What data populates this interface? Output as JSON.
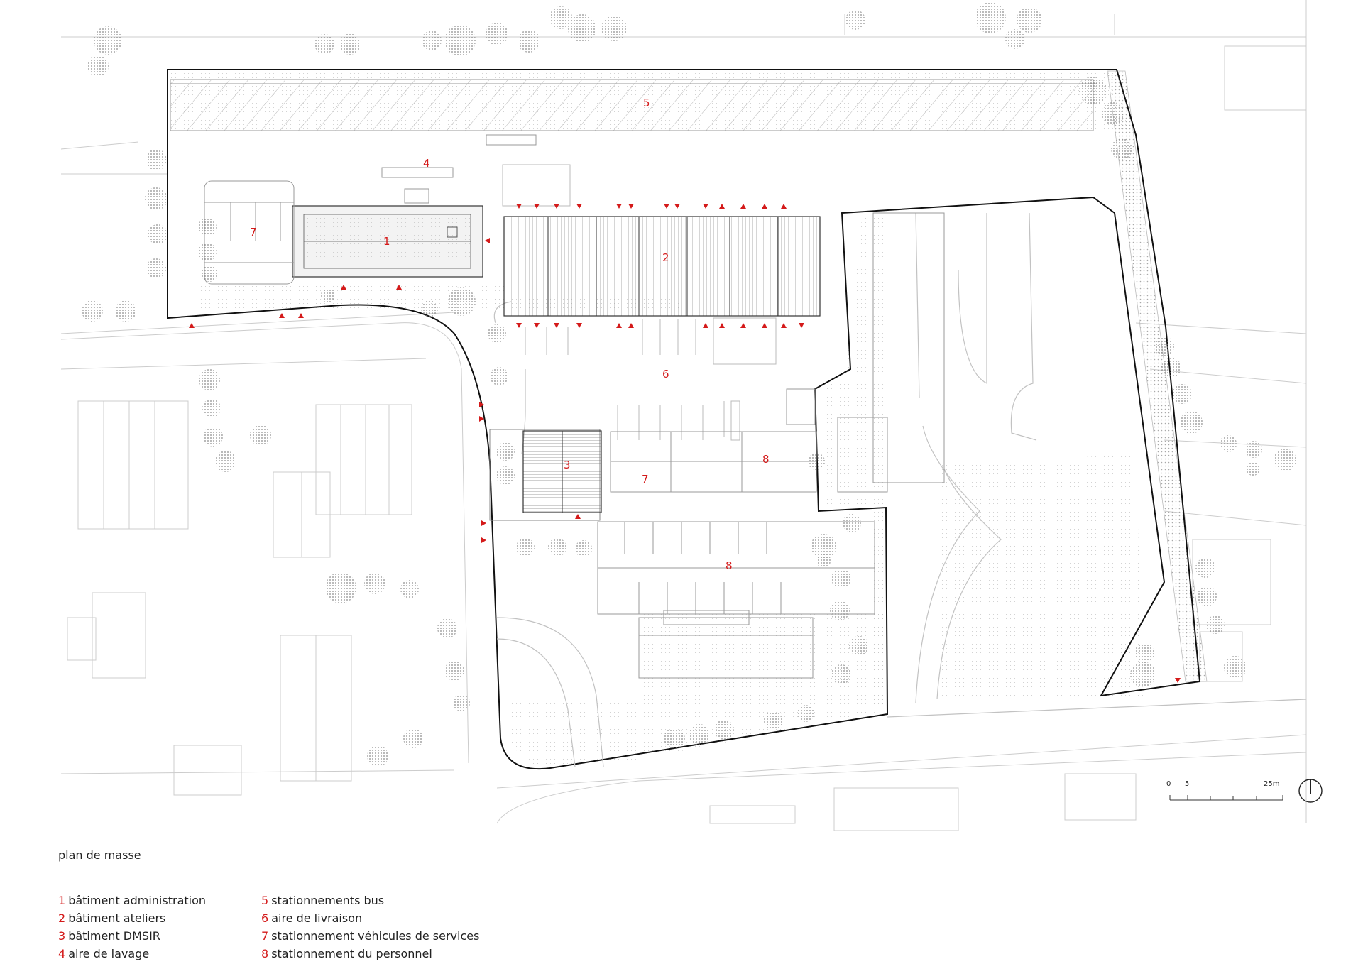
{
  "plan": {
    "title": "plan de masse",
    "zone_numbers": {
      "z1": "1",
      "z2": "2",
      "z3": "3",
      "z4": "4",
      "z5": "5",
      "z6": "6",
      "z7a": "7",
      "z7b": "7",
      "z8a": "8",
      "z8b": "8"
    },
    "scale_bar": {
      "zero": "0",
      "five": "5",
      "end": "25m"
    }
  },
  "legend": {
    "left": [
      {
        "num": "1",
        "label": "bâtiment administration"
      },
      {
        "num": "2",
        "label": "bâtiment ateliers"
      },
      {
        "num": "3",
        "label": "bâtiment DMSIR"
      },
      {
        "num": "4",
        "label": "aire de lavage"
      }
    ],
    "right": [
      {
        "num": "5",
        "label": "stationnements bus"
      },
      {
        "num": "6",
        "label": "aire de livraison"
      },
      {
        "num": "7",
        "label": "stationnement véhicules de services"
      },
      {
        "num": "8",
        "label": "stationnement du personnel"
      }
    ]
  },
  "colors": {
    "accent": "#d41a1a",
    "boundary": "#111111",
    "context_lines": "#c8c8c8",
    "hatch": "#b0b0b0",
    "trees": "#999999"
  }
}
